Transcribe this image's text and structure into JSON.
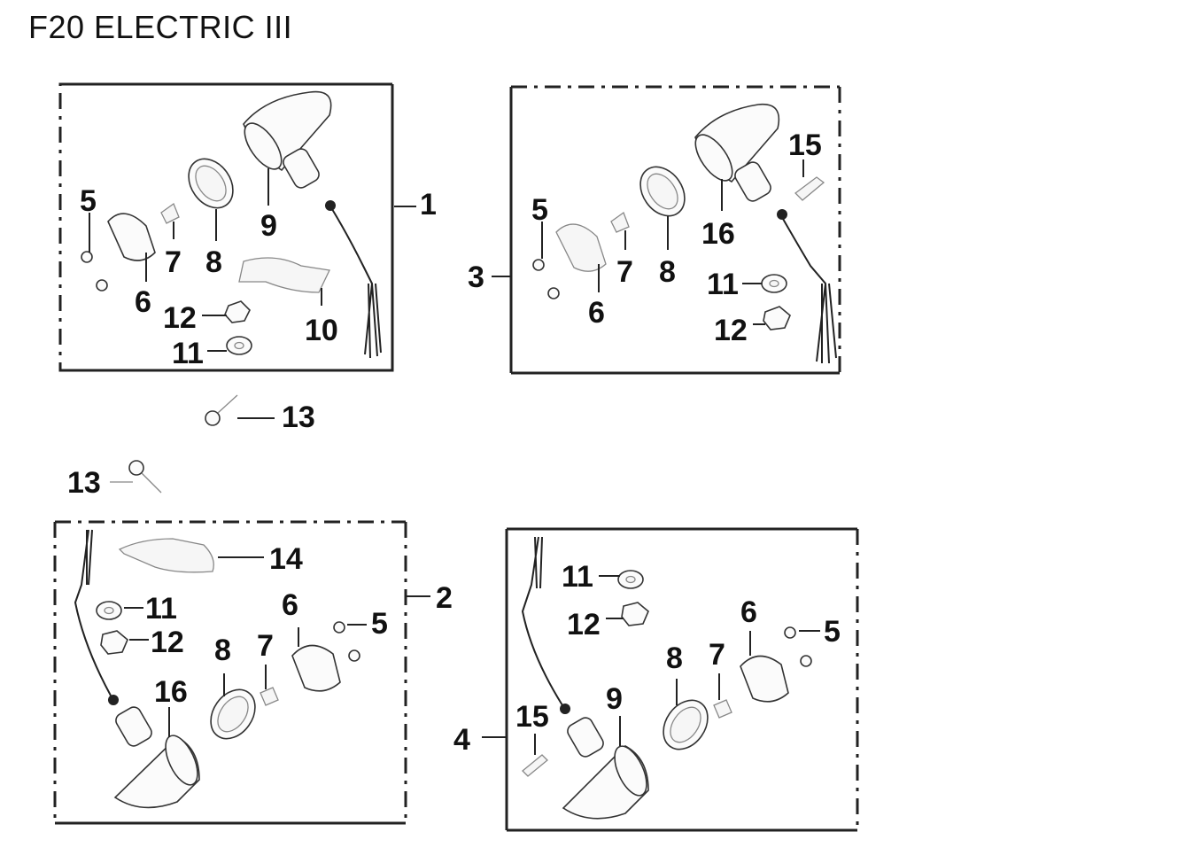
{
  "title": "F20 ELECTRIC III",
  "callouts": {
    "g1": [
      "1",
      "5",
      "7",
      "8",
      "9",
      "6",
      "12",
      "10",
      "11"
    ],
    "g3": [
      "3",
      "5",
      "7",
      "8",
      "16",
      "15",
      "11",
      "6",
      "12"
    ],
    "mid": [
      "13",
      "13"
    ],
    "g2": [
      "2",
      "14",
      "11",
      "12",
      "6",
      "5",
      "8",
      "7",
      "16"
    ],
    "g4": [
      "4",
      "11",
      "12",
      "6",
      "5",
      "8",
      "7",
      "9",
      "15"
    ]
  }
}
